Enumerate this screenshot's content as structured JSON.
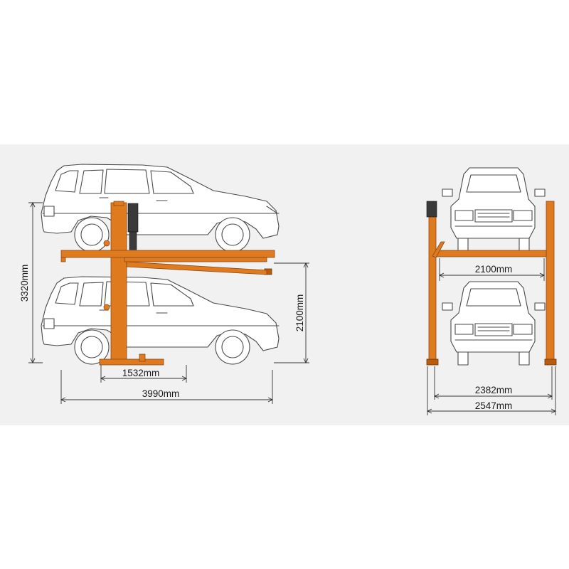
{
  "colors": {
    "background_band": "#f1f1f1",
    "lift": "#e07a1f",
    "outline": "#4a4a4a"
  },
  "side_view": {
    "dimensions": {
      "total_height": "3320mm",
      "platform_height": "2100mm",
      "base_width": "1532mm",
      "total_length": "3990mm"
    }
  },
  "front_view": {
    "dimensions": {
      "platform_width": "2100mm",
      "inner_width": "2382mm",
      "outer_width": "2547mm"
    }
  }
}
